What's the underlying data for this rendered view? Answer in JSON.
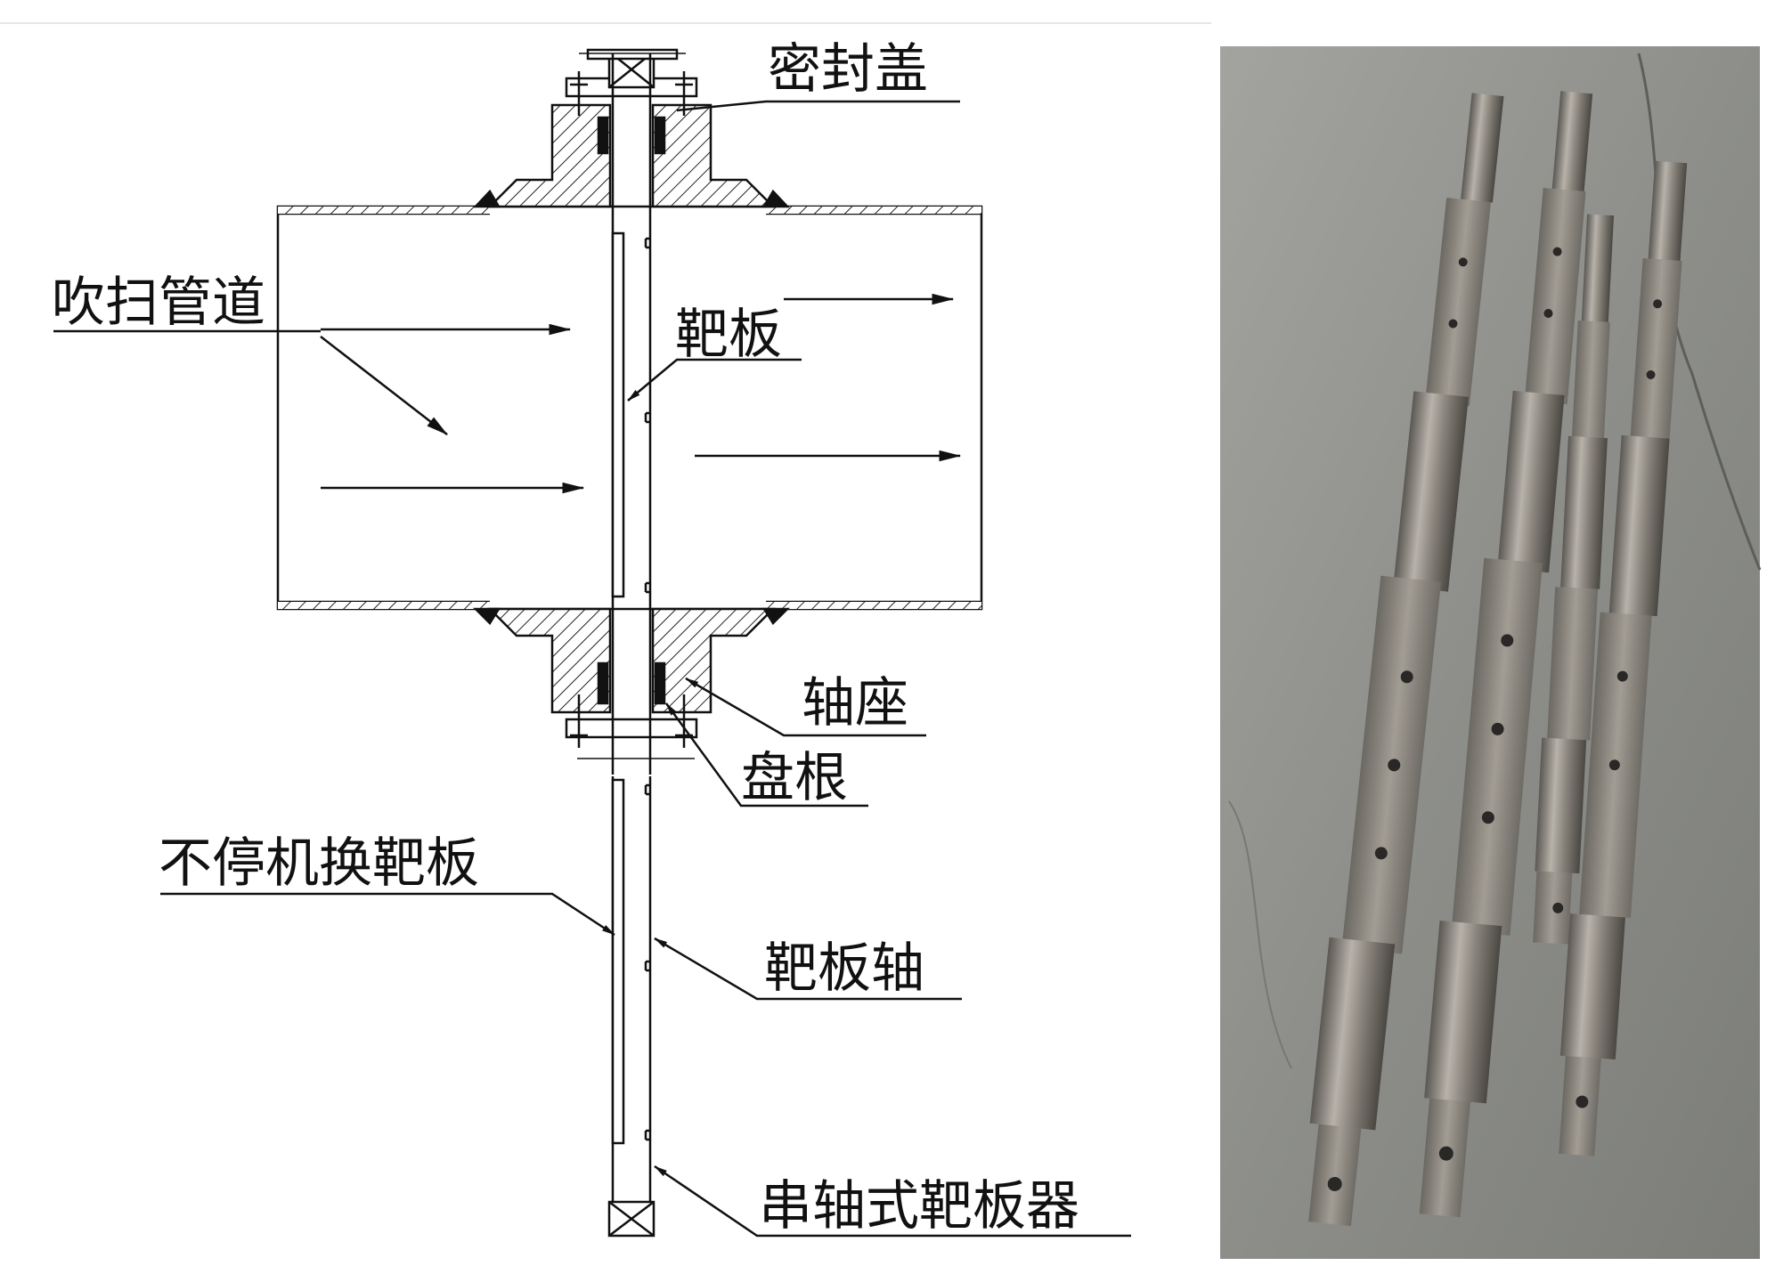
{
  "diagram": {
    "labels": {
      "seal_cover": "密封盖",
      "purge_pipe": "吹扫管道",
      "target_plate": "靶板",
      "bearing_seat": "轴座",
      "packing": "盘根",
      "online_replace": "不停机换靶板",
      "target_shaft": "靶板轴",
      "shaft_type": "串轴式靶板器"
    },
    "colors": {
      "line": "#111111",
      "hatch": "#222222"
    }
  },
  "photo": {
    "subject_icon": "target-plate-shafts-photo",
    "background": "#8e8f8c"
  }
}
